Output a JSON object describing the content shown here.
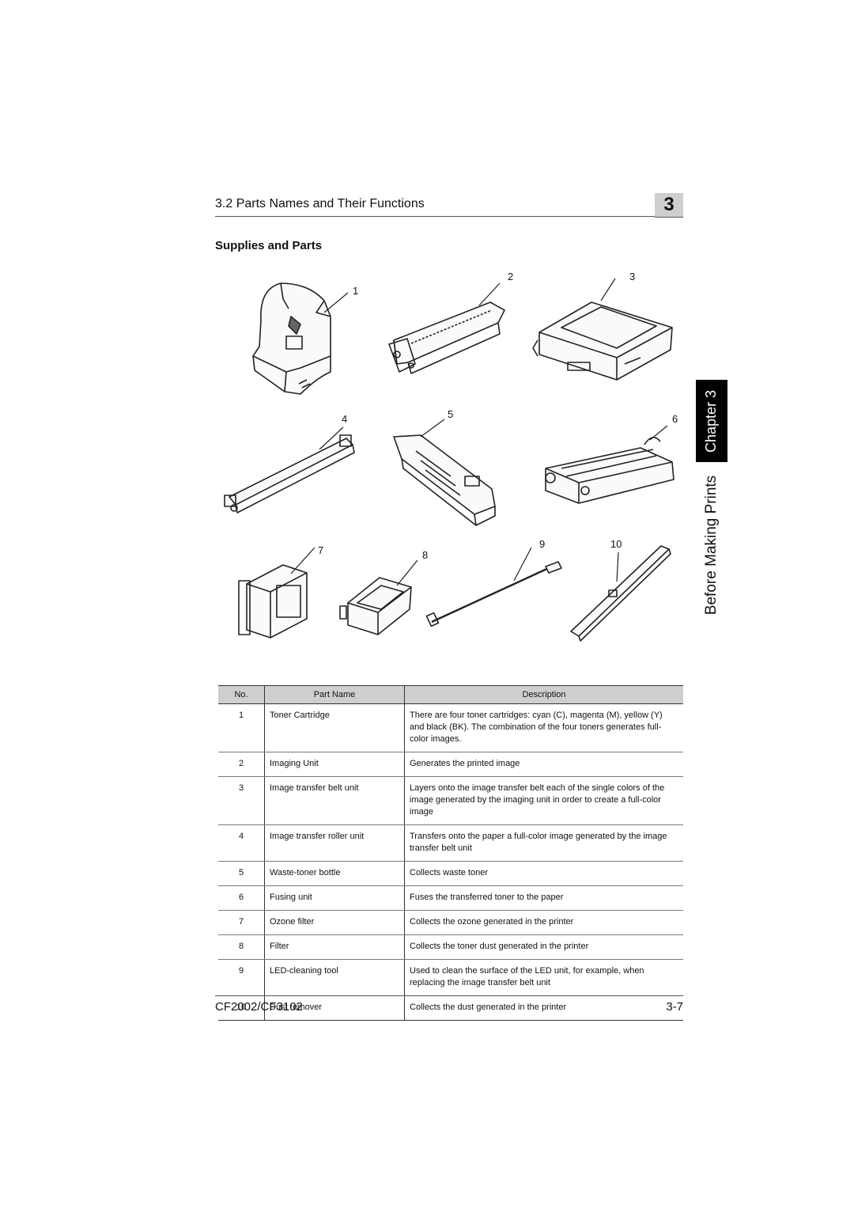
{
  "header": {
    "title": "3.2 Parts Names and Their Functions",
    "chapter_badge": "3"
  },
  "section_title": "Supplies and Parts",
  "side_tab": {
    "chapter": "Chapter 3",
    "title": "Before Making Prints"
  },
  "figure": {
    "numbers": [
      "1",
      "2",
      "3",
      "4",
      "5",
      "6",
      "7",
      "8",
      "9",
      "10"
    ]
  },
  "table": {
    "headers": [
      "No.",
      "Part Name",
      "Description"
    ],
    "rows": [
      {
        "no": "1",
        "name": "Toner Cartridge",
        "desc": "There are four toner cartridges: cyan (C), magenta (M), yellow (Y) and black (BK). The combination of the four toners generates full-color images."
      },
      {
        "no": "2",
        "name": "Imaging Unit",
        "desc": "Generates the printed image"
      },
      {
        "no": "3",
        "name": "Image transfer belt unit",
        "desc": "Layers onto the image transfer belt each of the single colors of the image generated by the imaging unit in order to create a full-color image"
      },
      {
        "no": "4",
        "name": "Image transfer roller unit",
        "desc": "Transfers onto the paper a full-color image generated by the image transfer belt unit"
      },
      {
        "no": "5",
        "name": "Waste-toner bottle",
        "desc": "Collects waste toner"
      },
      {
        "no": "6",
        "name": "Fusing unit",
        "desc": "Fuses the transferred toner to the paper"
      },
      {
        "no": "7",
        "name": "Ozone filter",
        "desc": "Collects the ozone generated in the printer"
      },
      {
        "no": "8",
        "name": "Filter",
        "desc": "Collects the toner dust generated in the printer"
      },
      {
        "no": "9",
        "name": "LED-cleaning tool",
        "desc": "Used to clean the surface of the LED unit, for example, when replacing the image transfer belt unit"
      },
      {
        "no": "10",
        "name": "Dust remover",
        "desc": "Collects the dust generated in the printer"
      }
    ]
  },
  "footer": {
    "model": "CF2002/CF3102",
    "page": "3-7"
  }
}
